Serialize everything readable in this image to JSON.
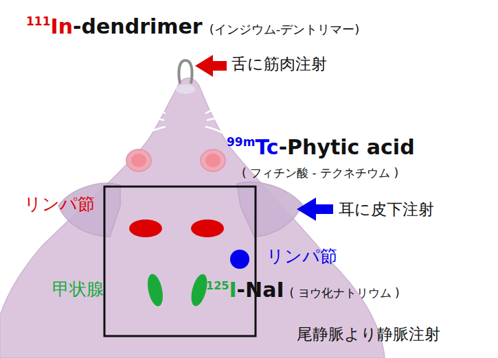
{
  "diagram": {
    "labels": [
      "111",
      "In",
      "-dendrimer",
      "(インジウム-デントリマー)",
      "舌に筋肉注射",
      "99m",
      "Tc",
      "-Phytic acid",
      "( フィチン酸 - テクネチウム )",
      "耳に皮下注射",
      "リンパ節",
      "リンパ節",
      "甲状腺",
      "125",
      "I",
      "-NaI",
      "( ヨウ化ナトリウム )",
      "尾静脈より静脈注射"
    ]
  }
}
